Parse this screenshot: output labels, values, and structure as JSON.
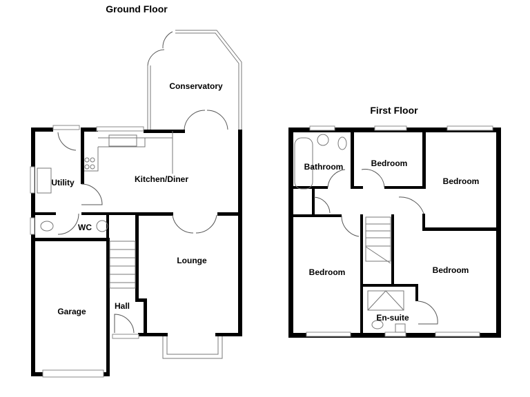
{
  "floors": [
    {
      "title": "Ground Floor",
      "rooms": [
        {
          "name": "Conservatory"
        },
        {
          "name": "Kitchen/Diner"
        },
        {
          "name": "Utility"
        },
        {
          "name": "WC"
        },
        {
          "name": "Lounge"
        },
        {
          "name": "Garage"
        },
        {
          "name": "Hall"
        }
      ]
    },
    {
      "title": "First Floor",
      "rooms": [
        {
          "name": "Bathroom"
        },
        {
          "name": "Bedroom"
        },
        {
          "name": "Bedroom"
        },
        {
          "name": "Bedroom"
        },
        {
          "name": "Bedroom"
        },
        {
          "name": "En-suite"
        }
      ]
    }
  ],
  "colors": {
    "wall": "#000000",
    "window": "#888888",
    "background": "#ffffff"
  }
}
